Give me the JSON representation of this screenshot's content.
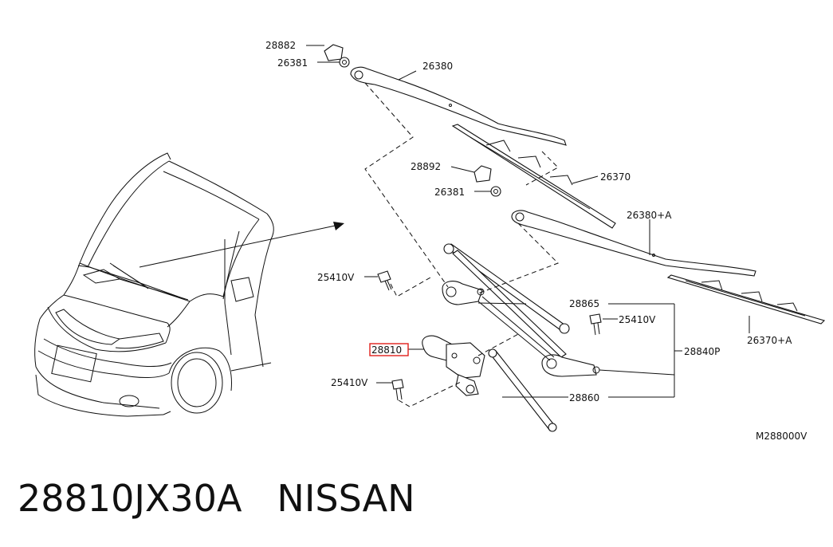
{
  "diagram": {
    "labels": {
      "p28882": "28882",
      "p26381_top": "26381",
      "p26380": "26380",
      "p28892": "28892",
      "p26381_mid": "26381",
      "p26370": "26370",
      "p26380a": "26380+A",
      "p25410_a": "25410V",
      "p28865": "28865",
      "p25410_b": "25410V",
      "p28840p": "28840P",
      "p28810": "28810",
      "p26370a": "26370+A",
      "p25410_c": "25410V",
      "p28860": "28860",
      "ref_code": "M288000V"
    },
    "highlight_color": "#e0201b"
  },
  "caption": {
    "part_number": "28810JX30A",
    "brand": "NISSAN"
  }
}
